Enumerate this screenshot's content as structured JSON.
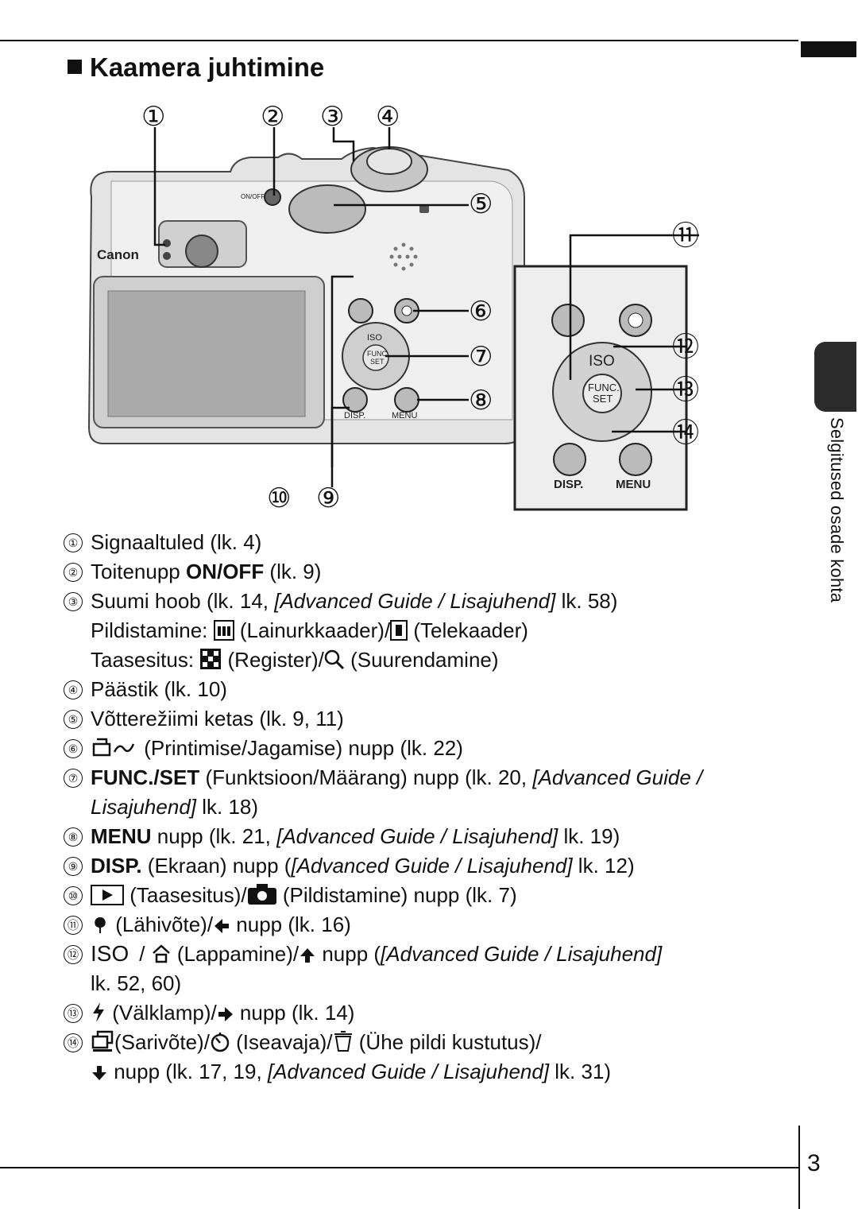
{
  "header": {
    "title": "Kaamera juhtimine"
  },
  "side_tab": {
    "label": "Selgitused osade kohta"
  },
  "figure": {
    "callouts": [
      "①",
      "②",
      "③",
      "④",
      "⑤",
      "⑥",
      "⑦",
      "⑧",
      "⑨",
      "⑩",
      "⑪",
      "⑫",
      "⑬",
      "⑭"
    ],
    "labels": {
      "on_off": "ON/OFF",
      "canon": "Canon",
      "iso": "ISO",
      "func": "FUNC.",
      "set": "SET",
      "disp": "DISP.",
      "menu": "MENU"
    }
  },
  "items": [
    {
      "n": "①",
      "parts": [
        "Signaaltuled (lk. 4)"
      ]
    },
    {
      "n": "②",
      "pre": "Toitenupp ",
      "bold": "ON/OFF",
      "post": " (lk. 9)"
    },
    {
      "n": "③",
      "pre": "Suumi hoob (lk. 14, ",
      "ital": "[Advanced Guide / Lisajuhend]",
      "post": " lk. 58)"
    },
    {
      "line": "Pildistamine: ",
      "wide": " (Lainurkkaader)/",
      "tele": " (Telekaader)"
    },
    {
      "line": "Taasesitus: ",
      "reg": " (Register)/",
      "zoom": "  (Suurendamine)"
    },
    {
      "n": "④",
      "parts": [
        "Päästik (lk. 10)"
      ]
    },
    {
      "n": "⑤",
      "parts": [
        "Võtterežiimi ketas (lk. 9, 11)"
      ]
    },
    {
      "n": "⑥",
      "text": " (Printimise/Jagamise) nupp (lk. 22)"
    },
    {
      "n": "⑦",
      "bold": "FUNC./SET",
      "post": " (Funktsioon/Määrang) nupp (lk. 20, ",
      "ital": "[Advanced Guide /",
      "cont_ital": "Lisajuhend]",
      "cont": " lk. 18)"
    },
    {
      "n": "⑧",
      "bold": "MENU",
      "post": " nupp (lk. 21, ",
      "ital": "[Advanced Guide / Lisajuhend]",
      "tail": " lk. 19)"
    },
    {
      "n": "⑨",
      "bold": "DISP.",
      "post": " (Ekraan) nupp (",
      "ital": "[Advanced Guide / Lisajuhend]",
      "tail": " lk. 12)"
    },
    {
      "n": "⑩",
      "a": " (Taasesitus)/",
      "b": " (Pildistamine) nupp (lk. 7)"
    },
    {
      "n": "⑪",
      "a": " (Lähivõte)/",
      "b": " nupp (lk. 16)"
    },
    {
      "n": "⑫",
      "a": " / ",
      "b": " (Lappamine)/",
      "c": "  nupp (",
      "ital": "[Advanced Guide / Lisajuhend]",
      "cont": "lk. 52, 60)"
    },
    {
      "n": "⑬",
      "a": " (Välklamp)/",
      "b": " nupp (lk. 14)"
    },
    {
      "n": "⑭",
      "a": "(Sarivõte)/",
      "b": " (Iseavaja)/",
      "c": " (Ühe pildi kustutus)/",
      "cont": " nupp (lk. 17, 19, ",
      "ital": "[Advanced Guide / Lisajuhend]",
      "tail": " lk. 31)"
    }
  ],
  "footer": {
    "page_number": "3"
  }
}
